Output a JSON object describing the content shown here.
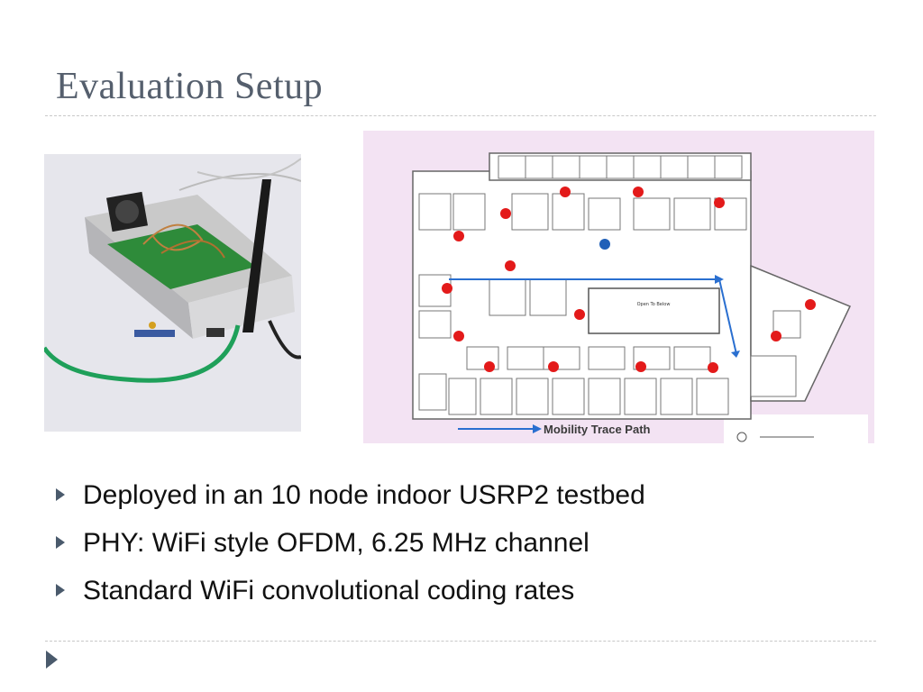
{
  "slide": {
    "title": "Evaluation Setup",
    "bullets": [
      "Deployed in an 10 node indoor USRP2 testbed",
      "PHY: WiFi style OFDM, 6.25 MHz channel",
      "Standard WiFi convolutional coding rates"
    ]
  },
  "floorplan": {
    "legend_label": "Mobility Trace Path",
    "room_label": "Open To Below",
    "background": "#f3e3f3",
    "node_color": "#e31a1a",
    "mobile_node_color": "#1f5fb8",
    "path_color": "#2a6fd0"
  },
  "photo": {
    "antenna_color": "#1a1a1a",
    "board_color": "#2e8b3a",
    "cable_color": "#1fa05a"
  },
  "theme": {
    "title_color": "#555f6d",
    "bullet_color": "#4a5a6c"
  }
}
